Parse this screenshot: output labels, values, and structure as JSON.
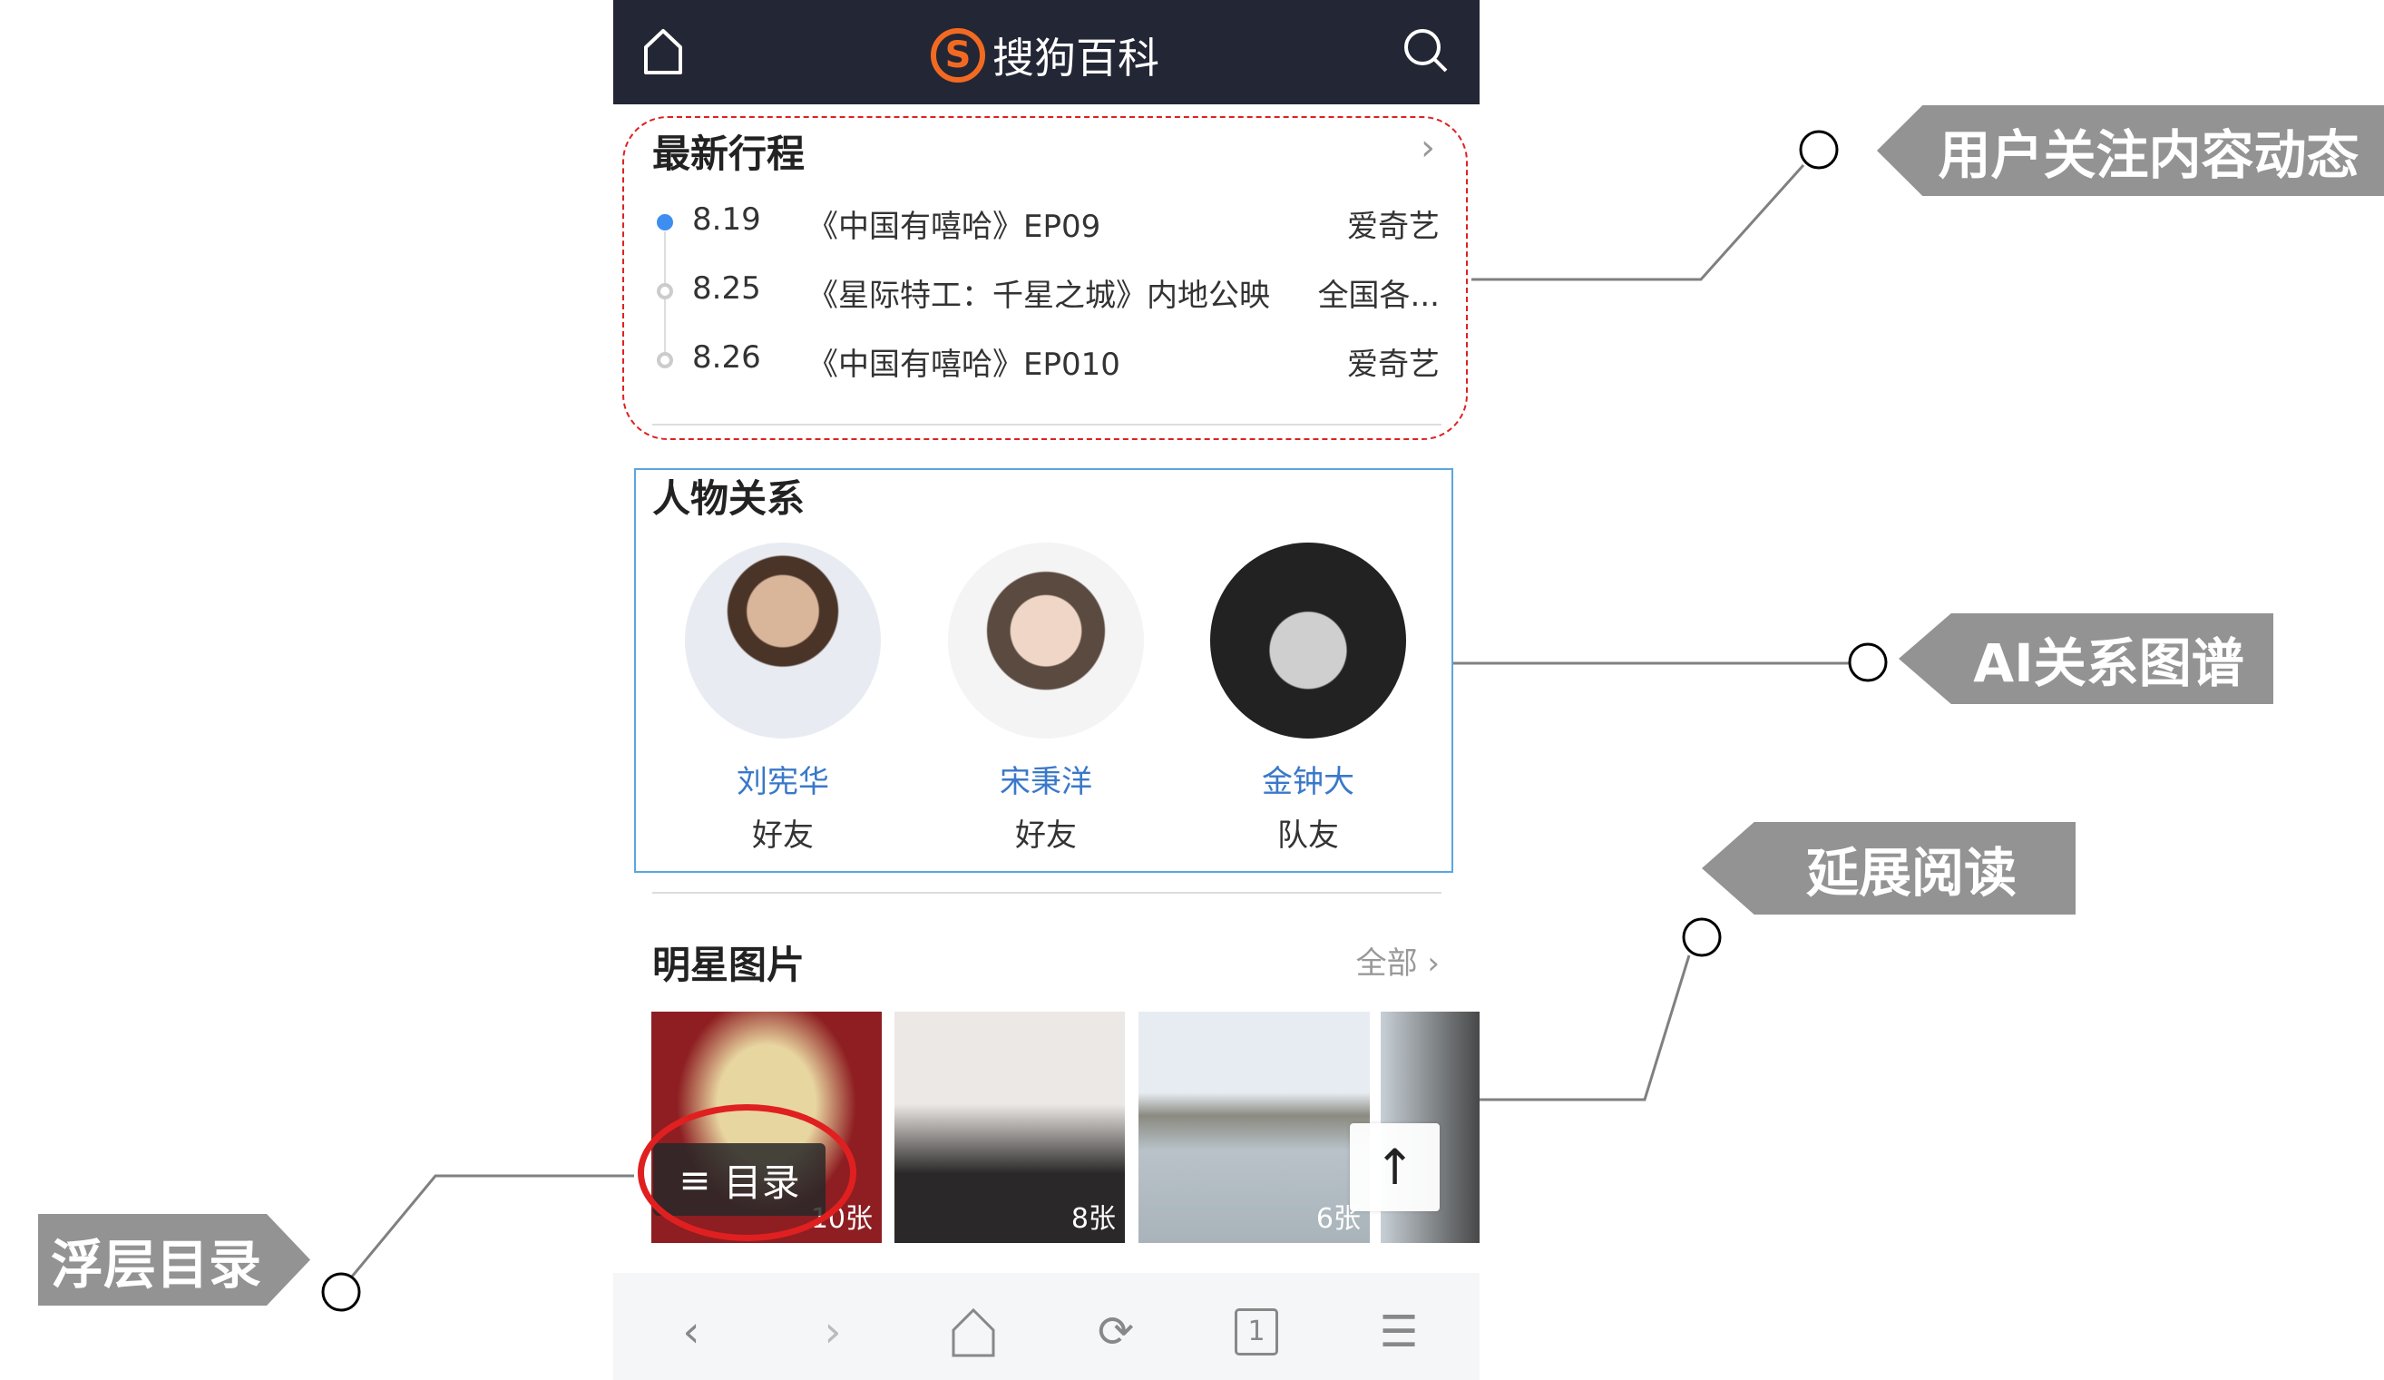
{
  "header": {
    "brand_mark": "S",
    "title": "搜狗百科",
    "home_icon": "home-icon",
    "search_icon": "search-icon"
  },
  "schedule": {
    "title": "最新行程",
    "items": [
      {
        "date": "8.19",
        "title": "《中国有嘻哈》EP09",
        "place": "爱奇艺",
        "active": true
      },
      {
        "date": "8.25",
        "title": "《星际特工：千星之城》内地公映",
        "place": "全国各...",
        "active": false
      },
      {
        "date": "8.26",
        "title": "《中国有嘻哈》EP010",
        "place": "爱奇艺",
        "active": false
      }
    ]
  },
  "relations": {
    "title": "人物关系",
    "people": [
      {
        "name": "刘宪华",
        "relation": "好友"
      },
      {
        "name": "宋秉洋",
        "relation": "好友"
      },
      {
        "name": "金钟大",
        "relation": "队友"
      }
    ]
  },
  "photos": {
    "title": "明星图片",
    "all_label": "全部",
    "albums": [
      {
        "count": "10张"
      },
      {
        "count": "8张"
      },
      {
        "count": "6张"
      },
      {
        "count": ""
      }
    ]
  },
  "floating_toc": {
    "label": "目录"
  },
  "bottom_bar": {
    "tab_count": "1"
  },
  "annotations": {
    "follow": "用户关注内容动态",
    "ai": "AI关系图谱",
    "extended": "延展阅读",
    "toc": "浮层目录"
  },
  "colors": {
    "header_bg": "#232634",
    "brand": "#f26a21",
    "link": "#3a78c9",
    "annotation": "#939393",
    "highlight": "#e02020"
  }
}
